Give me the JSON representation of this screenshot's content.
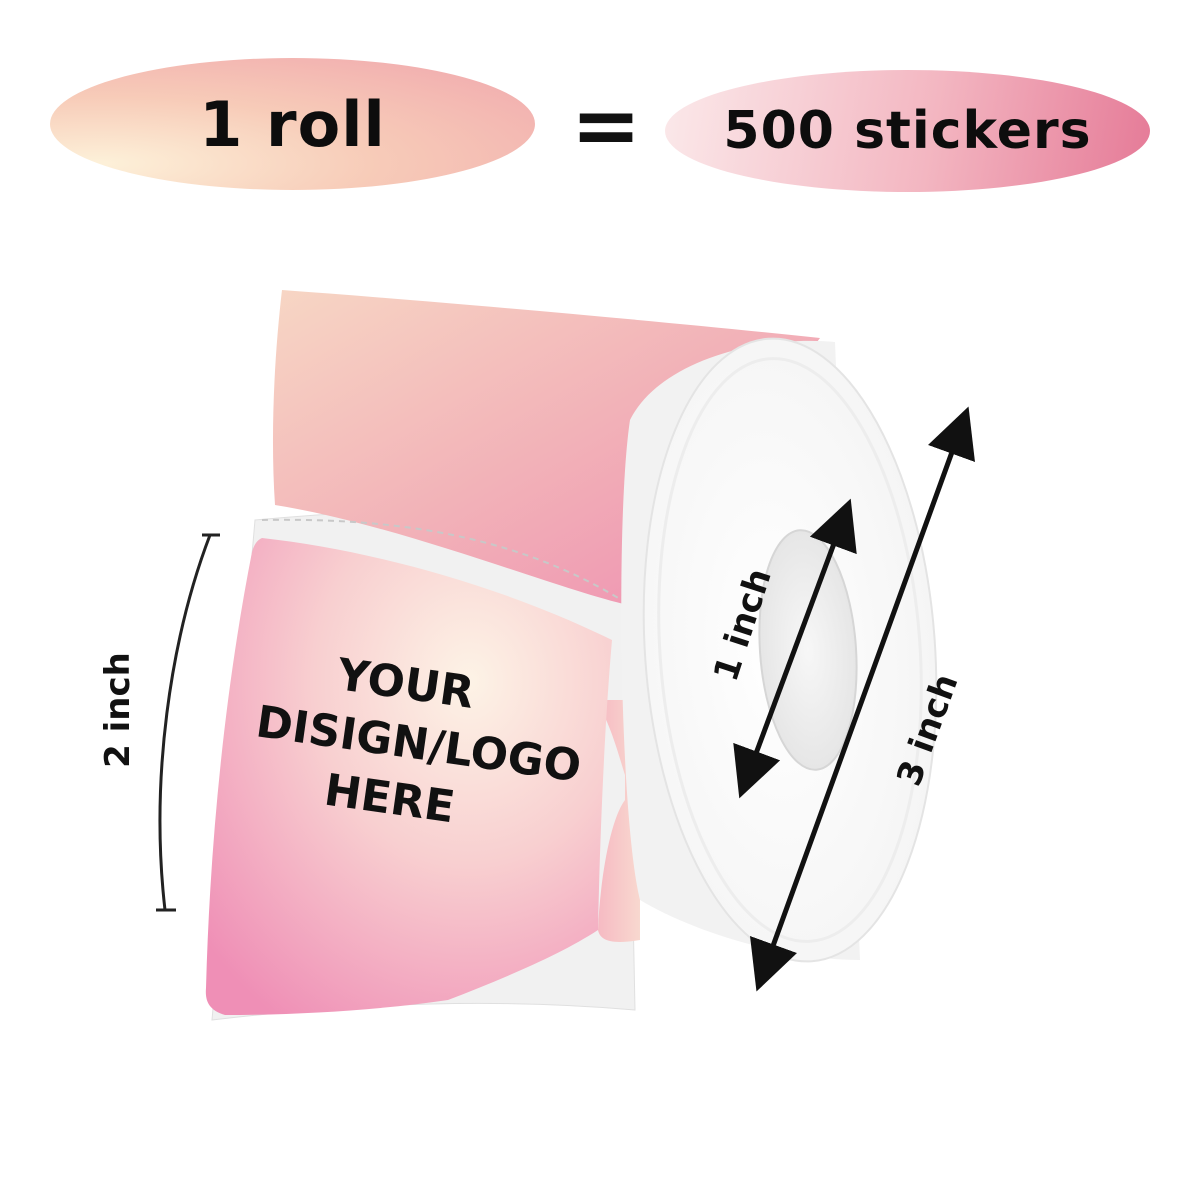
{
  "banner": {
    "left_pill": "1 roll",
    "equals": "=",
    "right_pill": "500 stickers"
  },
  "sticker": {
    "lines": [
      "YOUR",
      "DISIGN/LOGO",
      "HERE"
    ]
  },
  "dimensions": {
    "height_label": "2 inch",
    "core_label": "1 inch",
    "diameter_label": "3 inch"
  },
  "colors": {
    "sticker_pink": "#f08fb5",
    "sticker_cream": "#fdeedf",
    "roll_white": "#ffffff",
    "text": "#111111"
  }
}
